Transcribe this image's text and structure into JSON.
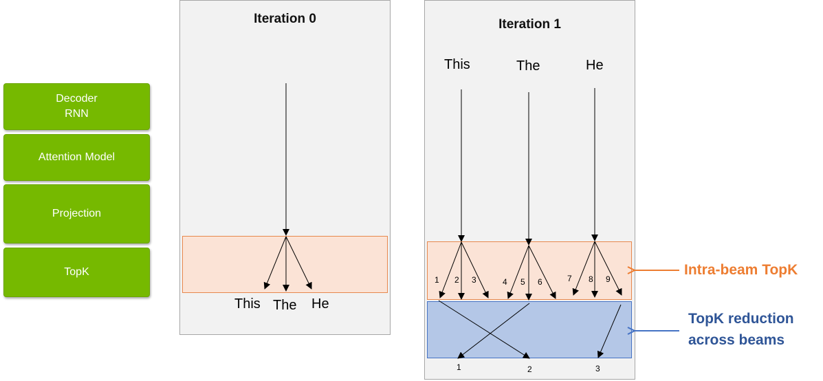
{
  "pipeline": {
    "stages": [
      {
        "line1": "Decoder",
        "line2": "RNN"
      },
      {
        "line1": "Attention Model",
        "line2": ""
      },
      {
        "line1": "Projection",
        "line2": ""
      },
      {
        "line1": "TopK",
        "line2": ""
      }
    ],
    "color": "#76b900"
  },
  "iteration0": {
    "title": "Iteration 0",
    "outputs": [
      "This",
      "The",
      "He"
    ]
  },
  "iteration1": {
    "title": "Iteration 1",
    "inputs": [
      "This",
      "The",
      "He"
    ],
    "candidate_labels": [
      "1",
      "2",
      "3",
      "4",
      "5",
      "6",
      "7",
      "8",
      "9"
    ],
    "result_labels": [
      "1",
      "2",
      "3"
    ]
  },
  "labels": {
    "intra_beam": "Intra-beam TopK",
    "reduction_line1": "TopK reduction",
    "reduction_line2": "across beams"
  },
  "colors": {
    "intra_beam": "#ed7d31",
    "reduction": "#2f5597",
    "orange_band": "#fbe3d6",
    "blue_band": "#b4c7e7"
  }
}
